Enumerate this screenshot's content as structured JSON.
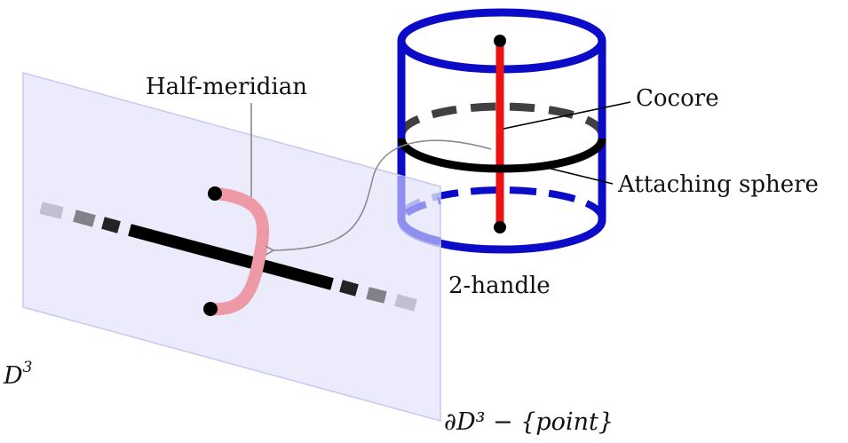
{
  "labels": {
    "half_meridian": "Half-meridian",
    "cocore": "Cocore",
    "attaching_sphere": "Attaching sphere",
    "handle": "2-handle",
    "ball": "D",
    "ball_exp": "3",
    "boundary": "∂D³ − {point}"
  },
  "colors": {
    "plane_fill": "#e9e8fb",
    "handle_blue": "#0b0bc8",
    "cocore_red": "#ee1111",
    "meridian_pink": "#ee9aa6",
    "stroke_black": "#000000",
    "leader_gray": "#8a8a8a"
  }
}
